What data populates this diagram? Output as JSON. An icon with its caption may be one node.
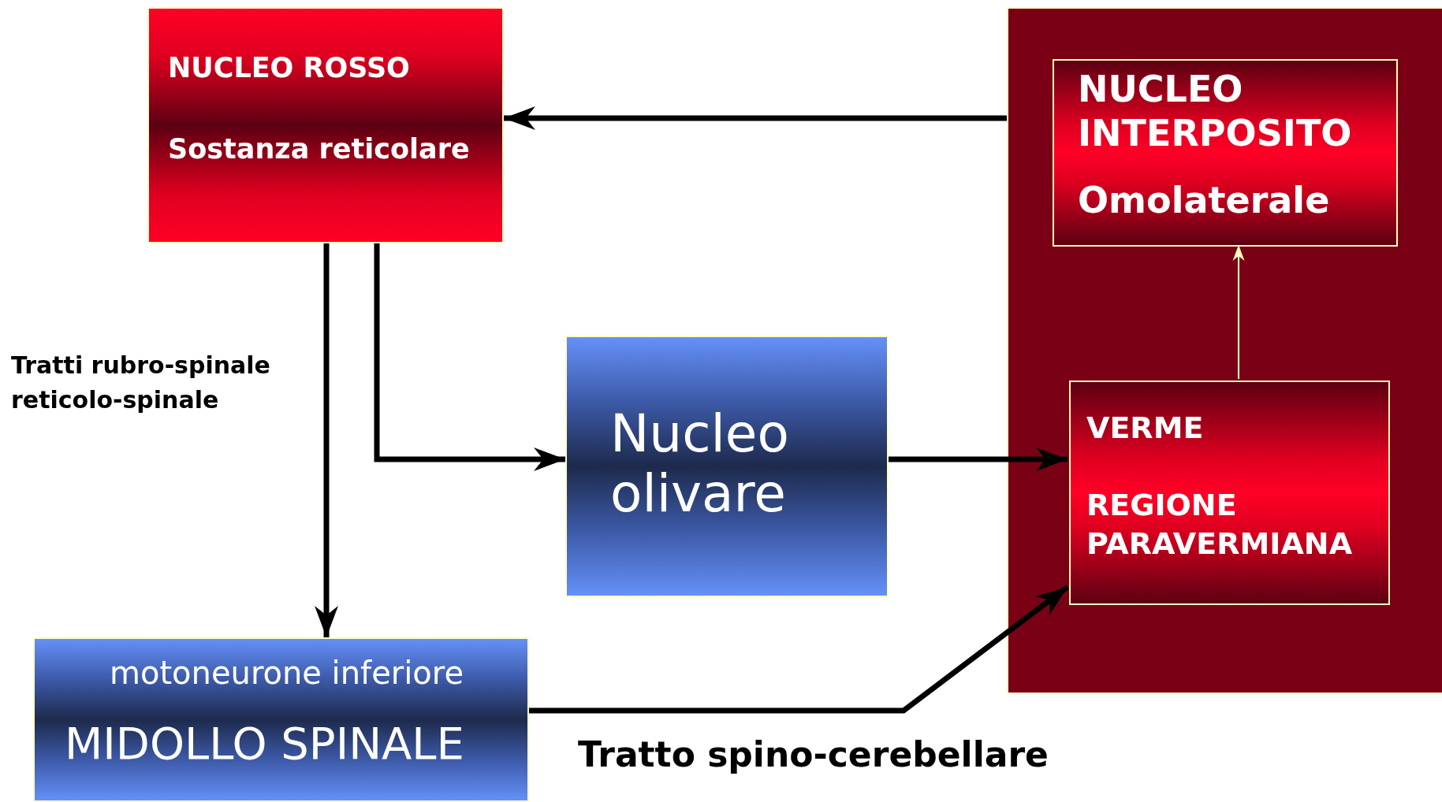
{
  "diagram": {
    "nodes": [
      {
        "text": [
          "NUCLEO ROSSO",
          "Sostanza reticolare"
        ]
      },
      {
        "text": [],
        "shape": "box"
      },
      {
        "text": [
          "NUCLEO INTERPOSITO",
          "Omolaterale"
        ],
        "in": 1
      },
      {
        "text": [
          "Nucleo olivare"
        ]
      },
      {
        "text": [
          "VERME",
          "REGIONE PARAVERMIANA"
        ],
        "in": 1
      },
      {
        "text": [
          "motoneurone inferiore",
          "MIDOLLO SPINALE"
        ]
      }
    ],
    "edges": [
      {
        "from": 1,
        "to": 0,
        "arrow": "to"
      },
      {
        "from": 0,
        "to": 5,
        "arrow": "to"
      },
      {
        "from": 0,
        "to": 3,
        "arrow": "to"
      },
      {
        "from": 3,
        "to": 4,
        "arrow": "to"
      },
      {
        "from": 5,
        "to": 4,
        "arrow": "to",
        "label": "Tratto spino-cerebellare"
      },
      {
        "from": 4,
        "to": 2,
        "arrow": "to",
        "color": "#ffffc0"
      }
    ],
    "labels": [
      "Tratti rubro-spinale reticolo-spinale"
    ]
  }
}
